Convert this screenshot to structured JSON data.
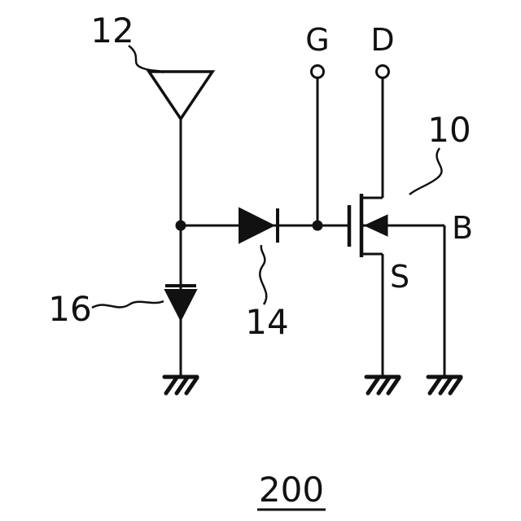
{
  "figure": {
    "number": "200",
    "type": "circuit-schematic",
    "background_color": "#ffffff",
    "line_color": "#111111"
  },
  "labels": {
    "antenna_ref": "12",
    "series_diode_ref": "14",
    "shunt_diode_ref": "16",
    "transistor_ref": "10",
    "gate_terminal": "G",
    "drain_terminal": "D",
    "source_terminal": "S",
    "body_terminal": "B"
  },
  "components": [
    {
      "name": "antenna",
      "ref": "12"
    },
    {
      "name": "series-diode",
      "ref": "14"
    },
    {
      "name": "shunt-diode-to-ground",
      "ref": "16"
    },
    {
      "name": "mosfet-transistor",
      "ref": "10",
      "terminals": [
        "G",
        "D",
        "S",
        "B"
      ]
    },
    {
      "name": "ground-symbol",
      "count": 3
    }
  ]
}
